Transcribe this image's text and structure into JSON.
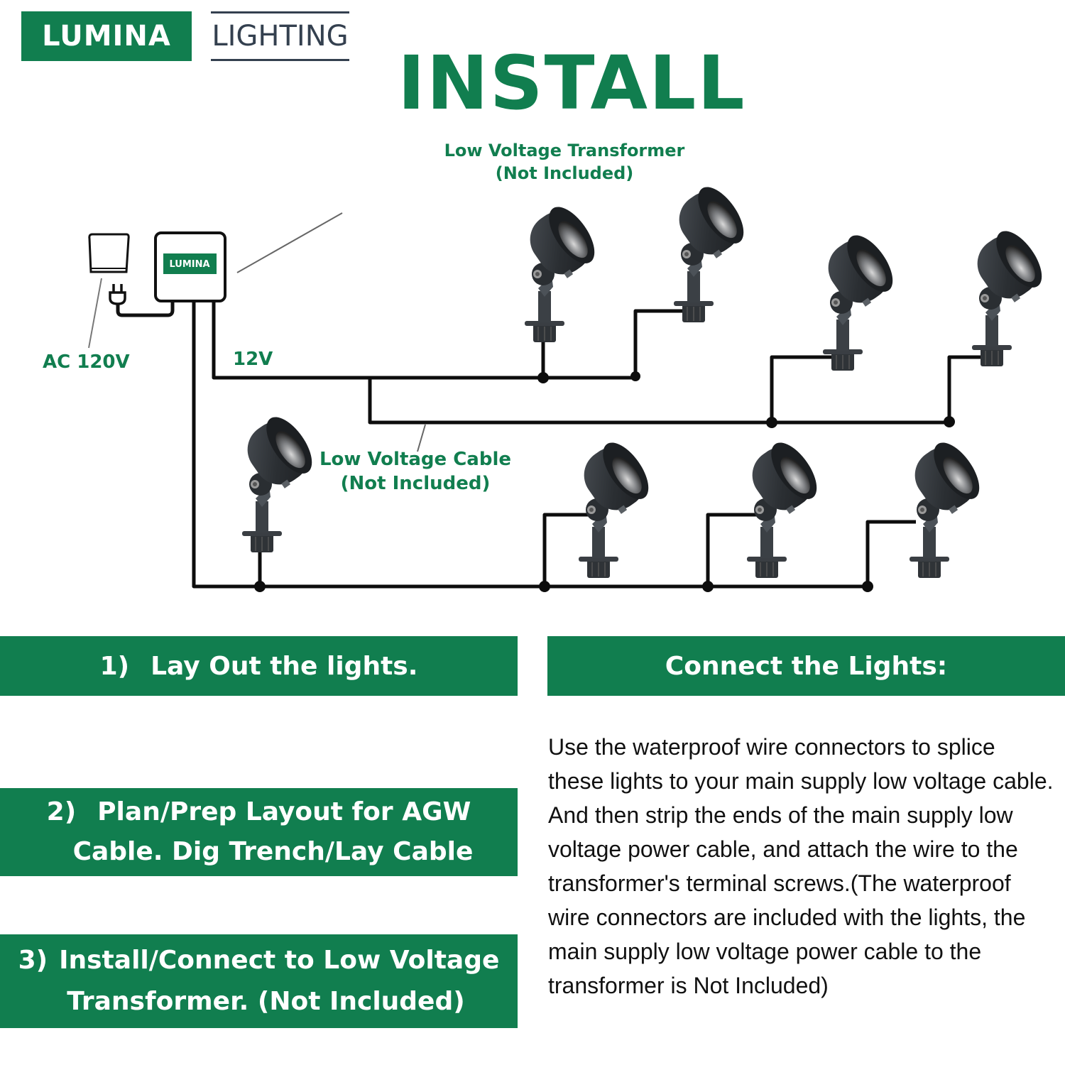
{
  "brand": {
    "name": "LUMINA",
    "subname": "LIGHTING",
    "green": "#117e4f",
    "slate": "#34404f"
  },
  "title": "INSTALL",
  "diagram": {
    "transformer_label_line1": "Low Voltage Transformer",
    "transformer_label_line2": "(Not Included)",
    "transformer_badge": "LUMINA",
    "ac_label": "AC 120V",
    "dc_label": "12V",
    "cable_label_line1": "Low Voltage Cable",
    "cable_label_line2": "(Not Included)",
    "light_count": 8,
    "icons": [
      "wall-outlet-icon",
      "plug-icon",
      "transformer-icon",
      "spotlight-icon"
    ]
  },
  "steps": [
    {
      "number": "1)",
      "text": "Lay Out the lights."
    },
    {
      "number": "2)",
      "text_line1": "Plan/Prep Layout for AGW",
      "text_line2": "Cable. Dig Trench/Lay Cable"
    },
    {
      "number": "3)",
      "text_line1": "Install/Connect to Low Voltage",
      "text_line2": "Transformer.  (Not Included)"
    }
  ],
  "connect": {
    "heading": "Connect the Lights:",
    "body": "Use the waterproof wire connectors to splice these lights to your main supply low voltage cable. And then strip the ends of the main supply low voltage power cable, and attach the wire to the transformer's terminal screws.(The waterproof wire connectors are included with the lights, the main supply low voltage power cable to the transformer is Not Included)"
  }
}
